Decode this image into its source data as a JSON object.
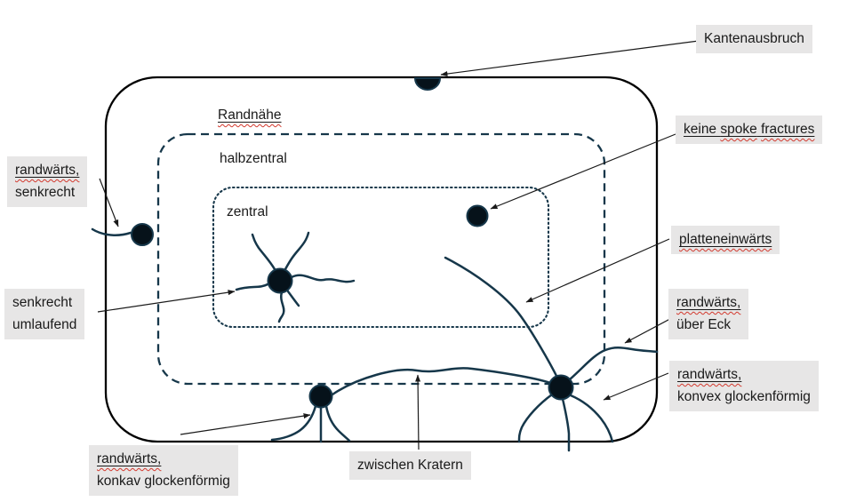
{
  "title_context": "Schematic of fracture locations on a plate",
  "colors": {
    "ink_teal": "#16374a",
    "plate_border": "#000000",
    "label_background": "#e7e6e6",
    "text": "#1a1a1a",
    "spellcheck_wavy": "#d3392e",
    "dot_fill": "#06121a"
  },
  "zones": {
    "outer": "Randnähe",
    "middle": "halbzentral",
    "inner": "zentral"
  },
  "callouts": {
    "kantenausbruch": {
      "text": "Kantenausbruch"
    },
    "keine_spoke": {
      "lead": "keine ",
      "word1": "spoke",
      "sep": " ",
      "word2": "fractures"
    },
    "platteneinwaerts": {
      "text": "platteneinwärts"
    },
    "ueber_eck": {
      "line1": "randwärts,",
      "line2": "über Eck"
    },
    "konvex": {
      "line1": "randwärts,",
      "line2": "konvex glockenförmig"
    },
    "randwaerts_senkrecht": {
      "line1": "randwärts,",
      "line2": "senkrecht"
    },
    "senkrecht_umlaufend": {
      "line1": "senkrecht",
      "line2": "umlaufend"
    },
    "konkav": {
      "line1": "randwärts,",
      "line2": "konkav glockenförmig"
    },
    "zwischen_kratern": {
      "text": "zwischen Kratern"
    }
  }
}
